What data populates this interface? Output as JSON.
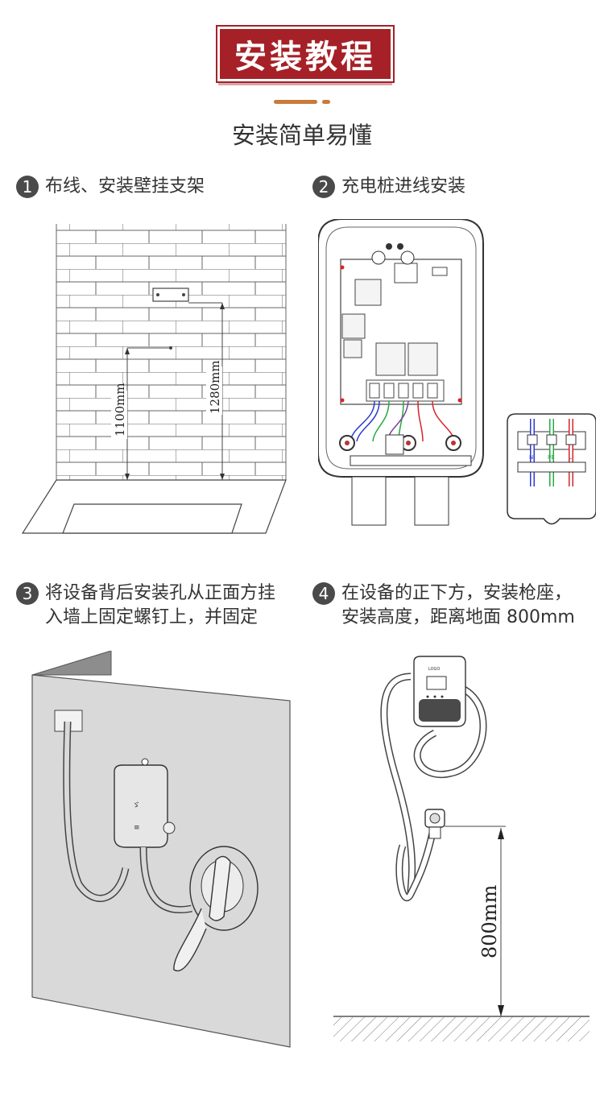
{
  "header": {
    "title": "安装教程",
    "subtitle": "安装简单易懂"
  },
  "steps": [
    {
      "number": "1",
      "text": "布线、安装壁挂支架"
    },
    {
      "number": "2",
      "text": "充电桩进线安装"
    },
    {
      "number": "3",
      "text": "将设备背后安装孔从正面方挂\n入墙上固定螺钉上，并固定"
    },
    {
      "number": "4",
      "text": "在设备的正下方，安装枪座，\n安装高度，距离地面 800mm"
    }
  ],
  "figure1": {
    "dim_left": "1100mm",
    "dim_right": "1280mm"
  },
  "figure2": {
    "terminal_labels": [
      "N",
      "PE",
      "L"
    ]
  },
  "figure4": {
    "logo": "LOGO",
    "dim": "800mm"
  },
  "colors": {
    "banner": "#a52127",
    "accent": "#c97a3a",
    "badge": "#4a4a4a"
  }
}
